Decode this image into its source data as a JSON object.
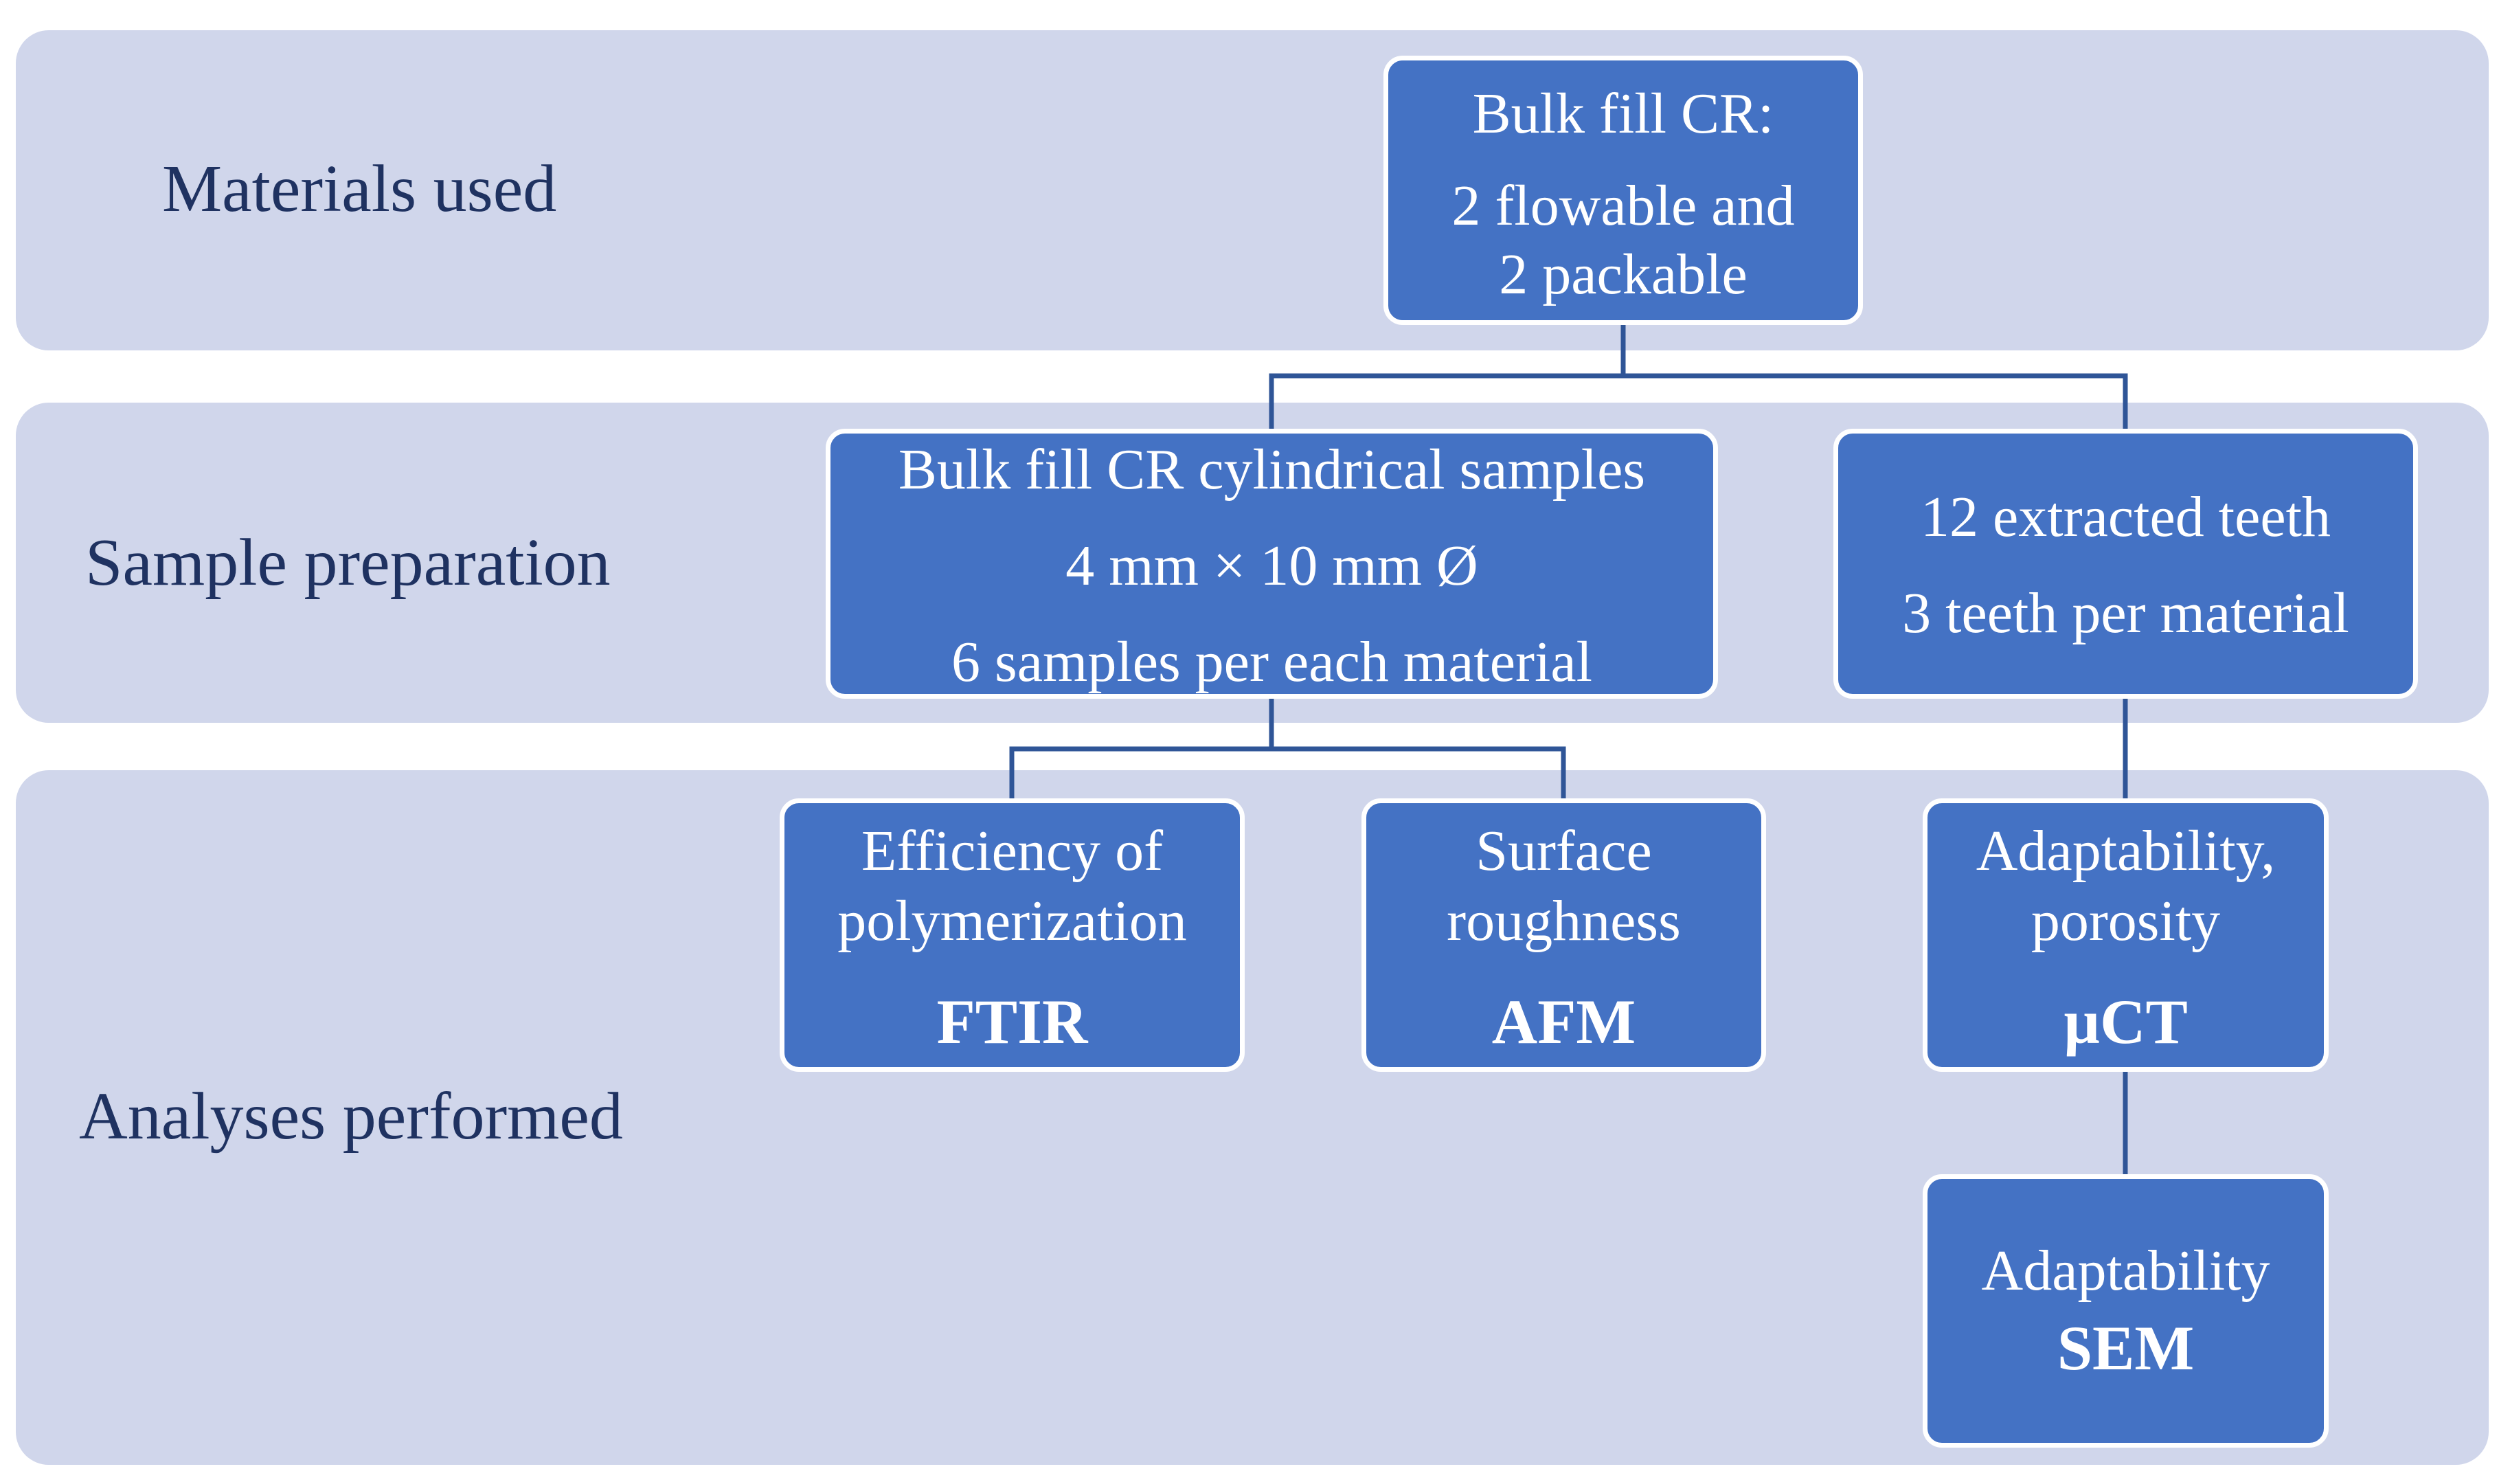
{
  "bands": {
    "materials": {
      "label": "Materials used"
    },
    "preparation": {
      "label": "Sample preparation"
    },
    "analyses": {
      "label": "Analyses performed"
    }
  },
  "nodes": {
    "bulk_fill": {
      "lines": [
        "Bulk fill CR:",
        "2 flowable and",
        "2 packable"
      ]
    },
    "cylindrical_samples": {
      "lines": [
        "Bulk fill CR cylindrical samples",
        "4 mm × 10 mm Ø",
        "6 samples per each material"
      ]
    },
    "extracted_teeth": {
      "lines": [
        "12 extracted teeth",
        "3 teeth per material"
      ]
    },
    "ftir": {
      "lines": [
        "Efficiency of",
        "polymerization",
        "FTIR"
      ]
    },
    "afm": {
      "lines": [
        "Surface",
        "roughness",
        "AFM"
      ]
    },
    "uct": {
      "lines": [
        "Adaptability,",
        "porosity",
        "µCT"
      ]
    },
    "sem": {
      "lines": [
        "Adaptability",
        "SEM"
      ]
    }
  },
  "colors": {
    "band_background": "#d0d6eb",
    "node_fill": "#4472c4",
    "node_border": "#ffffff",
    "connector": "#2f5597",
    "label_text": "#1f3261"
  }
}
